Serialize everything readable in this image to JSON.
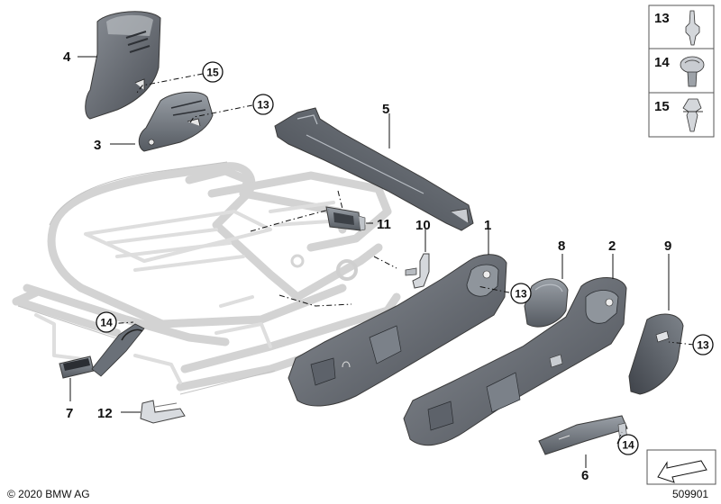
{
  "diagram": {
    "part_labels": [
      "4",
      "3",
      "5",
      "11",
      "10",
      "1",
      "8",
      "2",
      "9",
      "7",
      "12",
      "6"
    ],
    "callouts": [
      "15",
      "13",
      "14",
      "13",
      "13",
      "14"
    ],
    "legend": [
      "13",
      "14",
      "15"
    ],
    "copyright": "© 2020 BMW AG",
    "drawing_number": "509901"
  }
}
